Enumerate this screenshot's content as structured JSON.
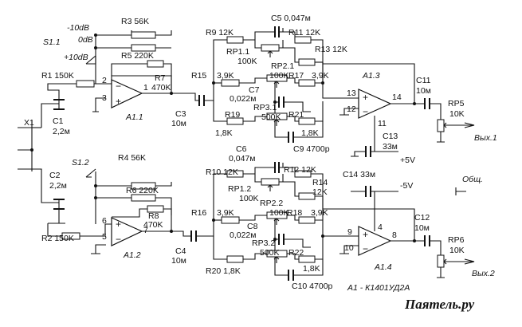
{
  "labels": {
    "s1_1": "S1.1",
    "m10db": "-10dB",
    "zerodb": "0dB",
    "p10db": "+10dB",
    "r3": "R3 56K",
    "r5": "R5 220K",
    "r1": "R1 150K",
    "r7": "R7",
    "r7v": "470K",
    "a1_1": "A1.1",
    "c1": "C1",
    "c1v": "2,2м",
    "x1": "X1",
    "c2": "C2",
    "c2v": "2,2м",
    "s1_2": "S1.2",
    "r4": "R4 56K",
    "r6": "R6 220K",
    "r8": "R8",
    "r8v": "470K",
    "a1_2": "A1.2",
    "r2": "R2 150K",
    "c3": "C3",
    "c3v": "10м",
    "c4": "C4",
    "c4v": "10м",
    "r9": "R9 12K",
    "c5": "C5 0,047м",
    "r11": "R11 12K",
    "rp1_1": "RP1.1",
    "rp1_1v": "100K",
    "rp2_1": "RP2.1",
    "r13": "R13 12K",
    "r15": "R15",
    "r15v": "3,9K",
    "r17": "R17",
    "r17v": "3,9K",
    "c7": "C7",
    "c7v": "0,022м",
    "rp3_1": "RP3.1",
    "rp3_1v": "500K",
    "r19": "R19",
    "r19v": "1,8K",
    "r21": "R21",
    "r21v": "1,8K",
    "c9": "C9 4700p",
    "a1_3": "A1.3",
    "p13": "13",
    "p12": "12",
    "p14": "14",
    "p11": "11",
    "c11": "C11",
    "c11v": "10м",
    "rp5": "RP5",
    "rp5v": "10K",
    "out1": "Вых.1",
    "c13": "C13",
    "c13v": "33м",
    "plus5v": "+5V",
    "c6": "C6",
    "c6v": "0,047м",
    "r10": "R10 12K",
    "r12": "R12 12K",
    "rp1_2": "RP1.2",
    "rp1_2v": "100K",
    "rp2_2": "RP2.2",
    "rp2_2v": "100K",
    "r14": "R14",
    "r14v": "12K",
    "r16": "R16",
    "r16v": "3,9K",
    "c8": "C8",
    "c8v": "0,022м",
    "r18": "R18",
    "r18v": "3,9K",
    "rp3_2": "RP3.2",
    "rp3_2v": "500K",
    "r20": "R20 1,8K",
    "r22": "R22",
    "r22v": "1,8K",
    "c10": "C10 4700p",
    "c14": "C14 33м",
    "minus5v": "-5V",
    "gnd": "Общ.",
    "c12": "C12",
    "c12v": "10м",
    "rp6": "RP6",
    "rp6v": "10K",
    "out2": "Вых.2",
    "a1_4": "A1.4",
    "p9": "9",
    "p10": "10",
    "p4": "4",
    "p8": "8",
    "p2": "2",
    "p3": "3",
    "p1": "1",
    "p6": "6",
    "p5": "5",
    "p7": "7",
    "chip": "A1 - К1401УД2А",
    "watermark": "Паятель.ру"
  }
}
